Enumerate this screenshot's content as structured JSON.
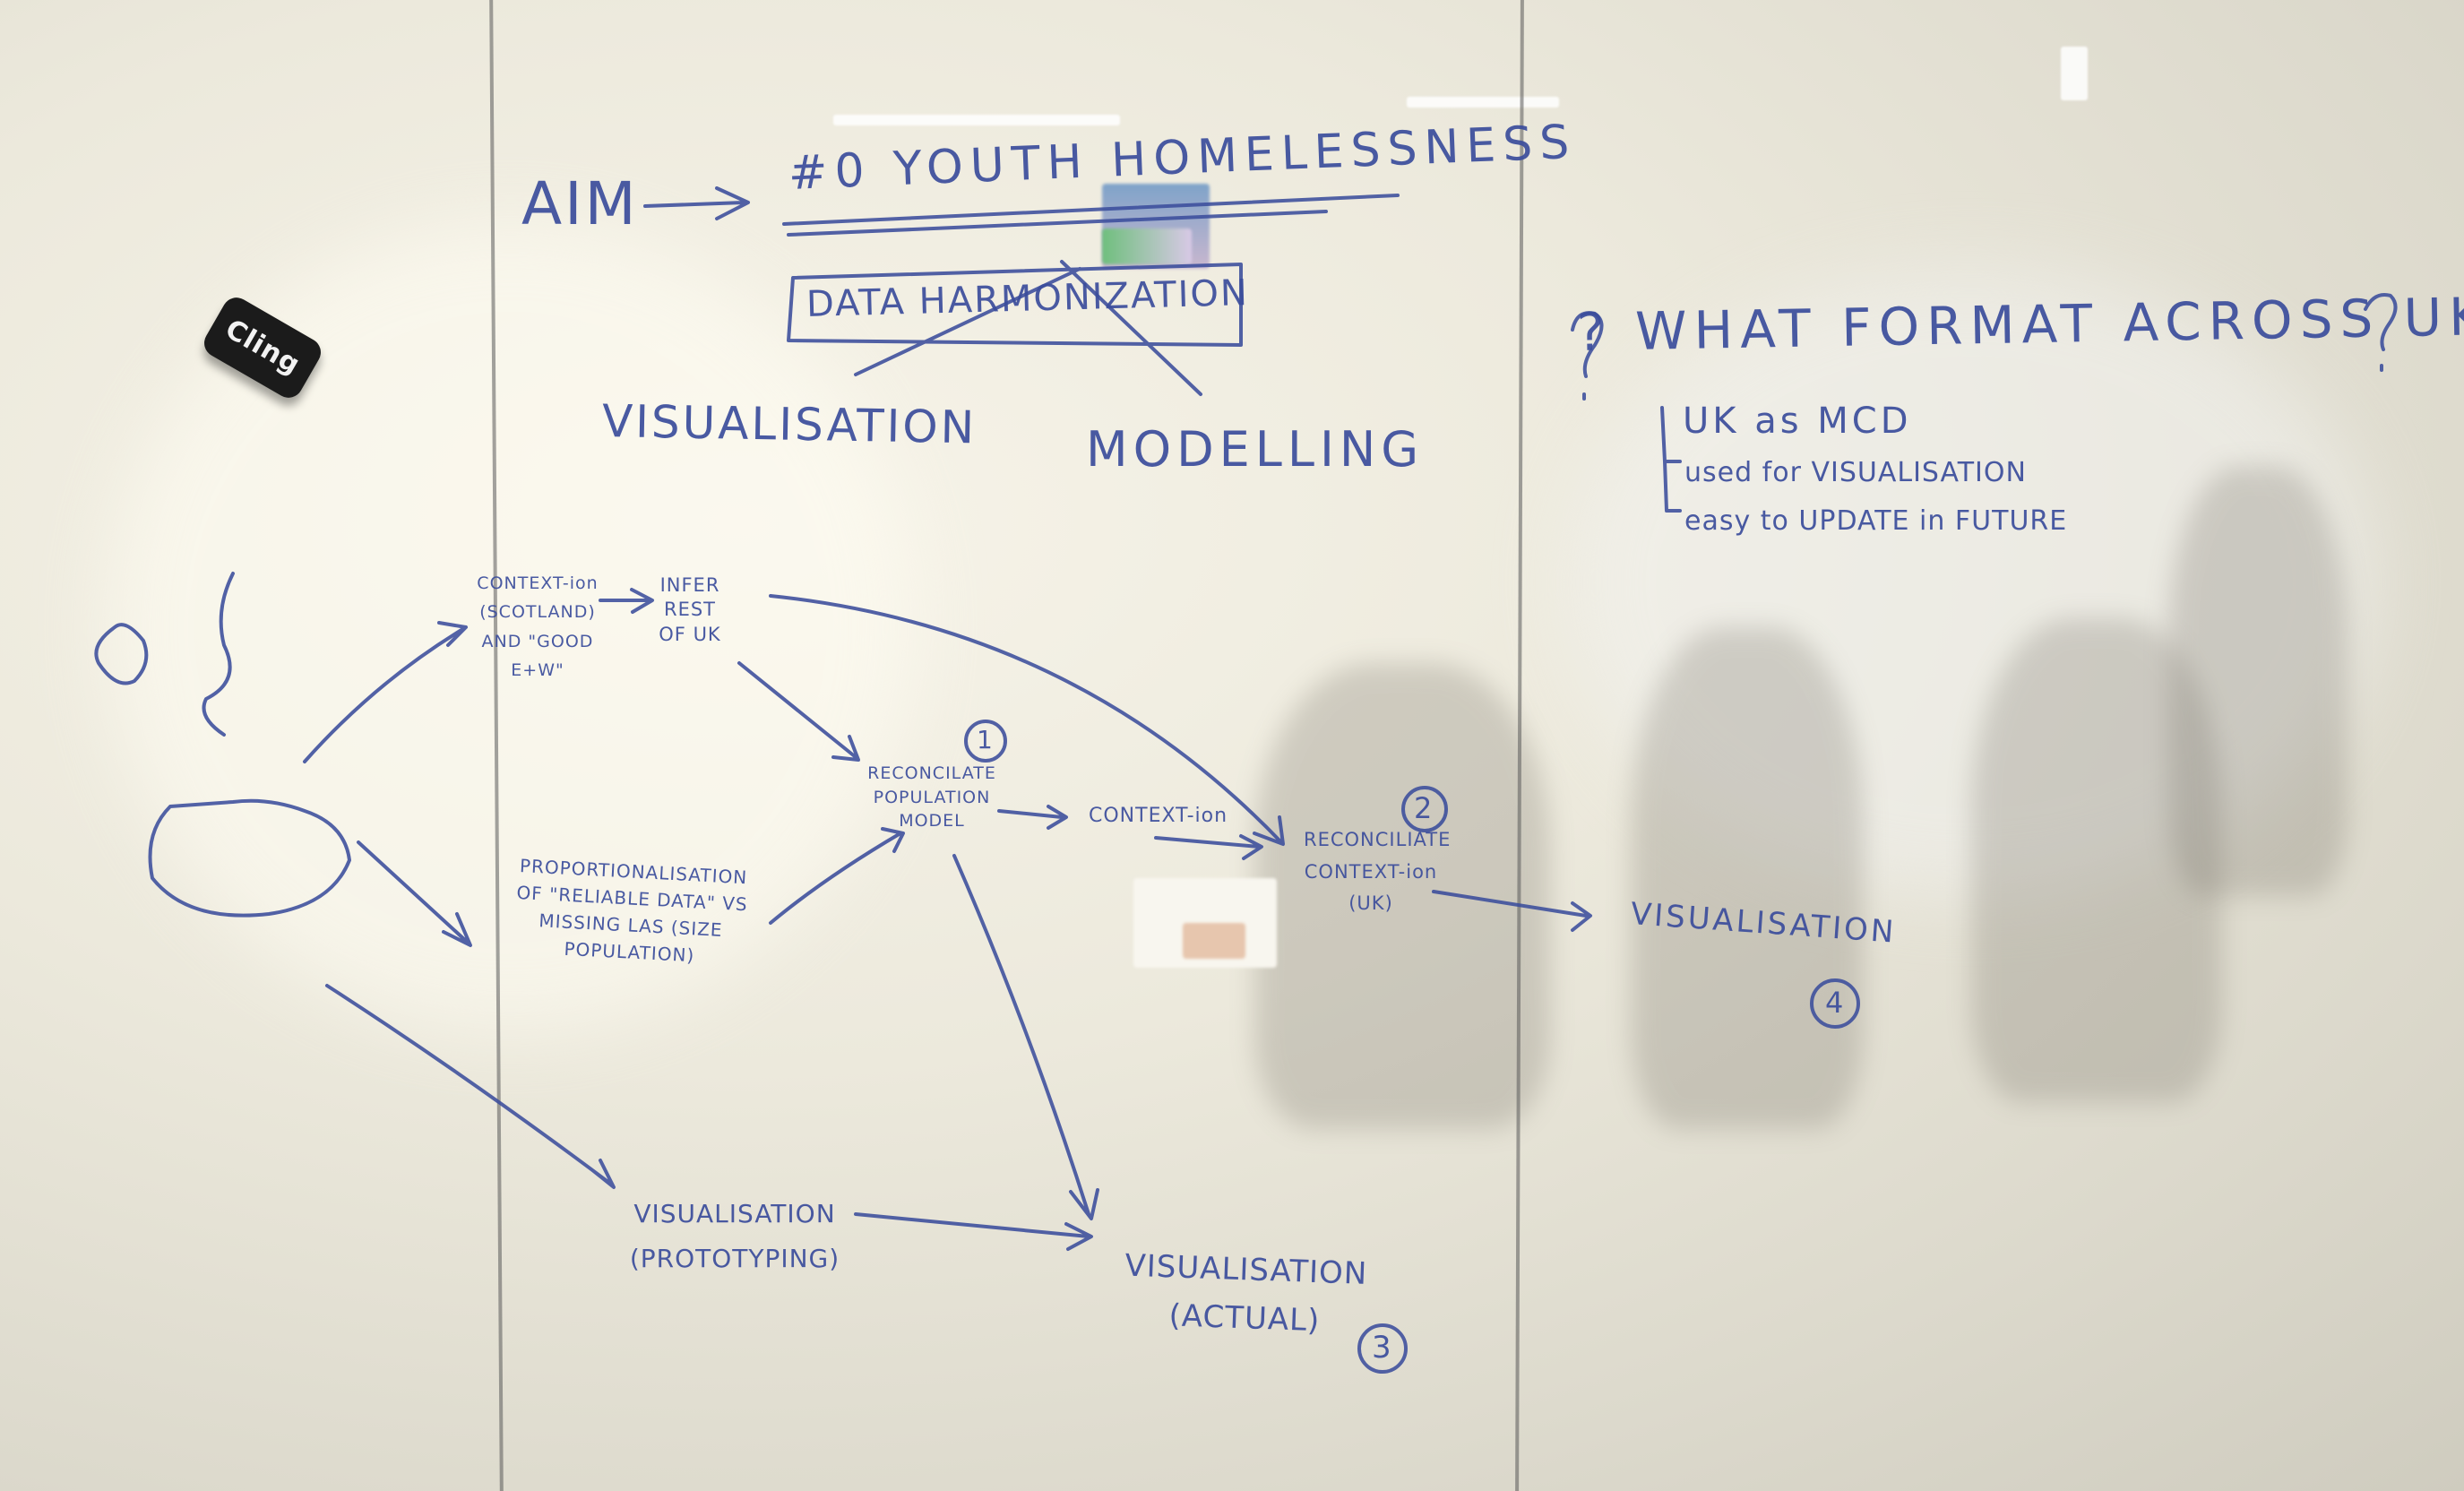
{
  "whiteboard": {
    "aim_label": "AIM",
    "aim_target": "#0 YOUTH HOMELESSNESS",
    "crossed_box": "DATA HARMONIZATION",
    "branch_left": "VISUALISATION",
    "branch_right": "MODELLING",
    "question": "? WHAT FORMAT ACROSS UK ?",
    "bullets": [
      "UK as MCD",
      "used for VISUALISATION",
      "easy to UPDATE in FUTURE"
    ],
    "nodes": {
      "context_scotland": "CONTEXT-ion (SCOTLAND) AND \"GOOD E+W\"",
      "infer_rest": "INFER REST OF UK",
      "reconcile_population": "RECONCILATE POPULATION MODEL",
      "proportionalisation": "PROPORTIONALISATION OF \"RELIABLE DATA\" VS MISSING LAS (SIZE POPULATION)",
      "context_ion": "CONTEXT-ion",
      "reconcile_context": "RECONCILIATE CONTEXT-ion (UK)",
      "vis_final": "VISUALISATION",
      "vis_prototyping": "VISUALISATION (PROTOTYPING)",
      "vis_actual": "VISUALISATION (ACTUAL)"
    },
    "step_numbers": [
      "1",
      "2",
      "3",
      "4"
    ]
  },
  "eraser": {
    "brand": "Cling"
  },
  "colors": {
    "ink": "#3b4d9c",
    "board": "#efece0",
    "eraser": "#1b1b1b"
  }
}
